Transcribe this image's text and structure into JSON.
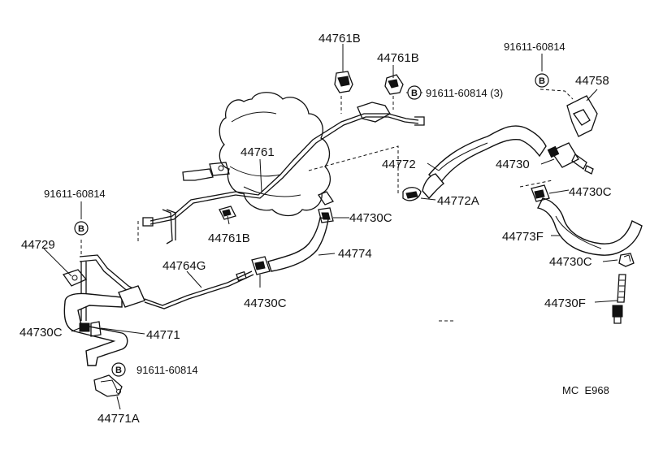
{
  "labels": {
    "l1": "44761B",
    "l2": "44761B",
    "l3": "91611-60814",
    "l4": "44758",
    "l5": "91611-60814 (3)",
    "l6": "44761",
    "l7": "44772",
    "l8": "44730",
    "l9": "44772A",
    "l10": "44730C",
    "l11": "91611-60814",
    "l12": "44761B",
    "l13": "44730C",
    "l14": "44729",
    "l15": "44764G",
    "l16": "44774",
    "l17": "44773F",
    "l18": "44730C",
    "l19": "44730C",
    "l20": "44730C",
    "l21": "44771",
    "l22": "44730F",
    "l23": "91611-60814",
    "l24": "44771A"
  },
  "bolt_mark": "B",
  "figure_code": "MC  E968"
}
